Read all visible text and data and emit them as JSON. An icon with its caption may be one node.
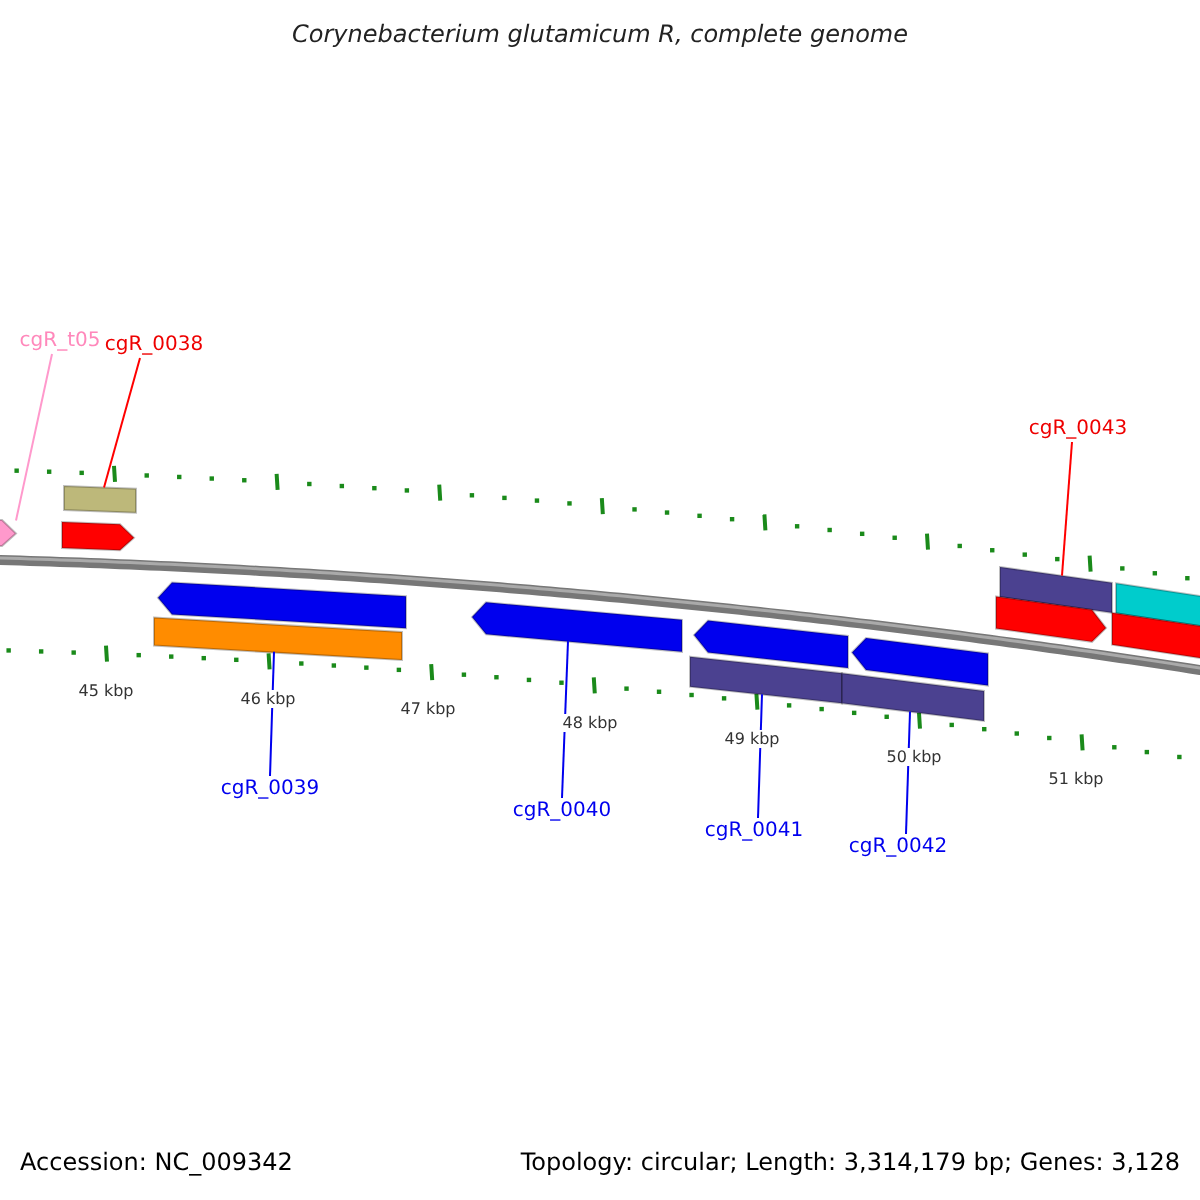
{
  "diagram": {
    "title": "Corynebacterium glutamicum R, complete genome",
    "nodes": [
      {
        "text": [
          "cgR_t05"
        ]
      },
      {
        "text": [
          "cgR_0038"
        ]
      },
      {
        "text": [
          "cgR_0043"
        ]
      },
      {
        "text": [
          "cgR_0039"
        ]
      },
      {
        "text": [
          "cgR_0040"
        ]
      },
      {
        "text": [
          "cgR_0041"
        ]
      },
      {
        "text": [
          "cgR_0042"
        ]
      },
      {
        "text": [],
        "shape": "arrow"
      },
      {
        "text": [],
        "shape": "bar"
      },
      {
        "text": [],
        "shape": "arrow"
      },
      {
        "text": [],
        "shape": "arrow"
      },
      {
        "text": [],
        "shape": "bar"
      },
      {
        "text": [],
        "shape": "arrow"
      },
      {
        "text": [],
        "shape": "bar"
      },
      {
        "text": [],
        "shape": "bar"
      },
      {
        "text": [],
        "shape": "arrow"
      },
      {
        "text": [],
        "shape": "arrow"
      },
      {
        "text": [],
        "shape": "bar"
      },
      {
        "text": [],
        "shape": "bar"
      },
      {
        "text": [],
        "shape": "arrow"
      },
      {
        "text": [],
        "shape": "bar"
      }
    ],
    "edges": [
      {
        "from": 0,
        "to": 7,
        "arrow": "none",
        "color": "#ff99cc"
      },
      {
        "from": 1,
        "to": 8,
        "arrow": "none",
        "color": "#ff0000"
      },
      {
        "from": 2,
        "to": 17,
        "arrow": "none",
        "color": "#ff0000"
      },
      {
        "from": 3,
        "to": 11,
        "arrow": "none"
      },
      {
        "from": 4,
        "to": 12,
        "arrow": "none"
      },
      {
        "from": 5,
        "to": 13,
        "arrow": "none"
      },
      {
        "from": 6,
        "to": 14,
        "arrow": "none"
      }
    ],
    "labels": [
      "45 kbp",
      "46 kbp",
      "47 kbp",
      "48 kbp",
      "49 kbp",
      "50 kbp",
      "51 kbp",
      "Accession: NC_009342",
      "Topology: circular; Length: 3,314,179 bp; Genes: 3,128"
    ]
  }
}
